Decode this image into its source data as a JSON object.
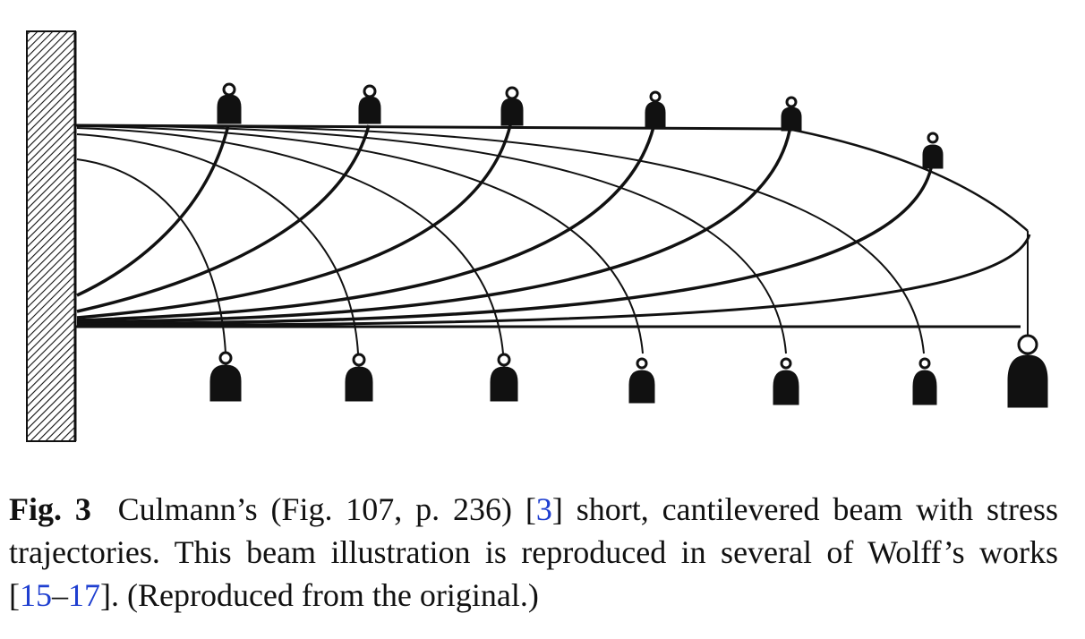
{
  "caption": {
    "label": "Fig. 3",
    "text_1": "Culmann’s (Fig. 107, p. 236) [",
    "ref_1": "3",
    "text_2": "] short, cantilevered beam with stress trajectories. This beam illustration is reproduced in several of Wolff’s works [",
    "ref_2": "15",
    "dash": "–",
    "ref_3": "17",
    "text_3": "]. (Reproduced from the original.)"
  },
  "colors": {
    "ink": "#111111",
    "link": "#1f3fd0"
  }
}
